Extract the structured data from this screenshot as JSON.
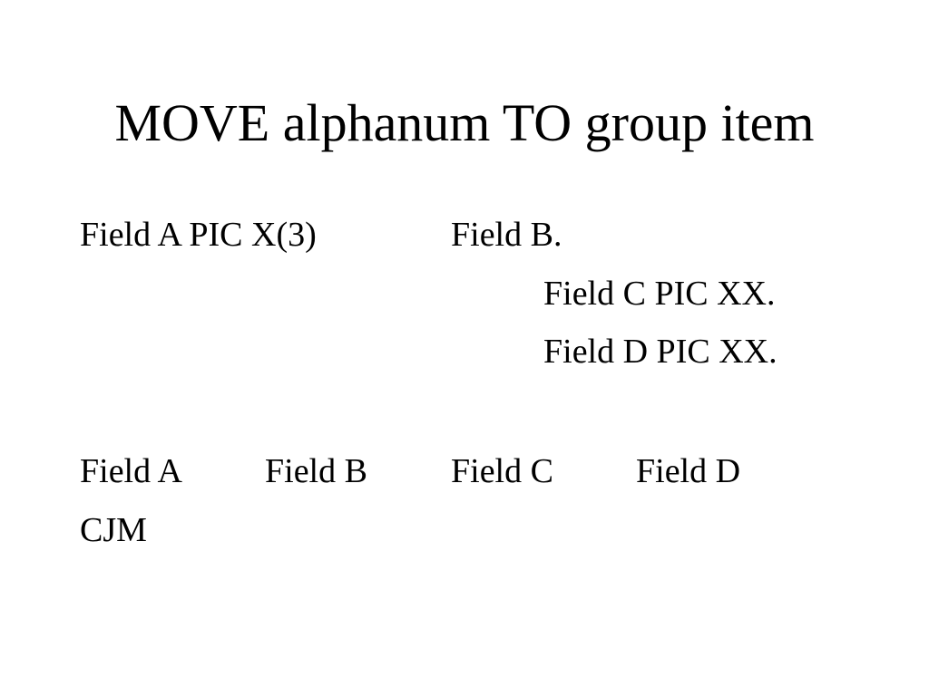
{
  "slide": {
    "title": "MOVE alphanum TO group item",
    "definition": {
      "field_a": "Field A PIC X(3)",
      "field_b": "Field B.",
      "field_c": "Field C PIC XX.",
      "field_d": "Field D PIC XX."
    },
    "layout_row": {
      "field_a": "Field A",
      "field_b": "Field B",
      "field_c": "Field C",
      "field_d": "Field D"
    },
    "value": "CJM"
  }
}
